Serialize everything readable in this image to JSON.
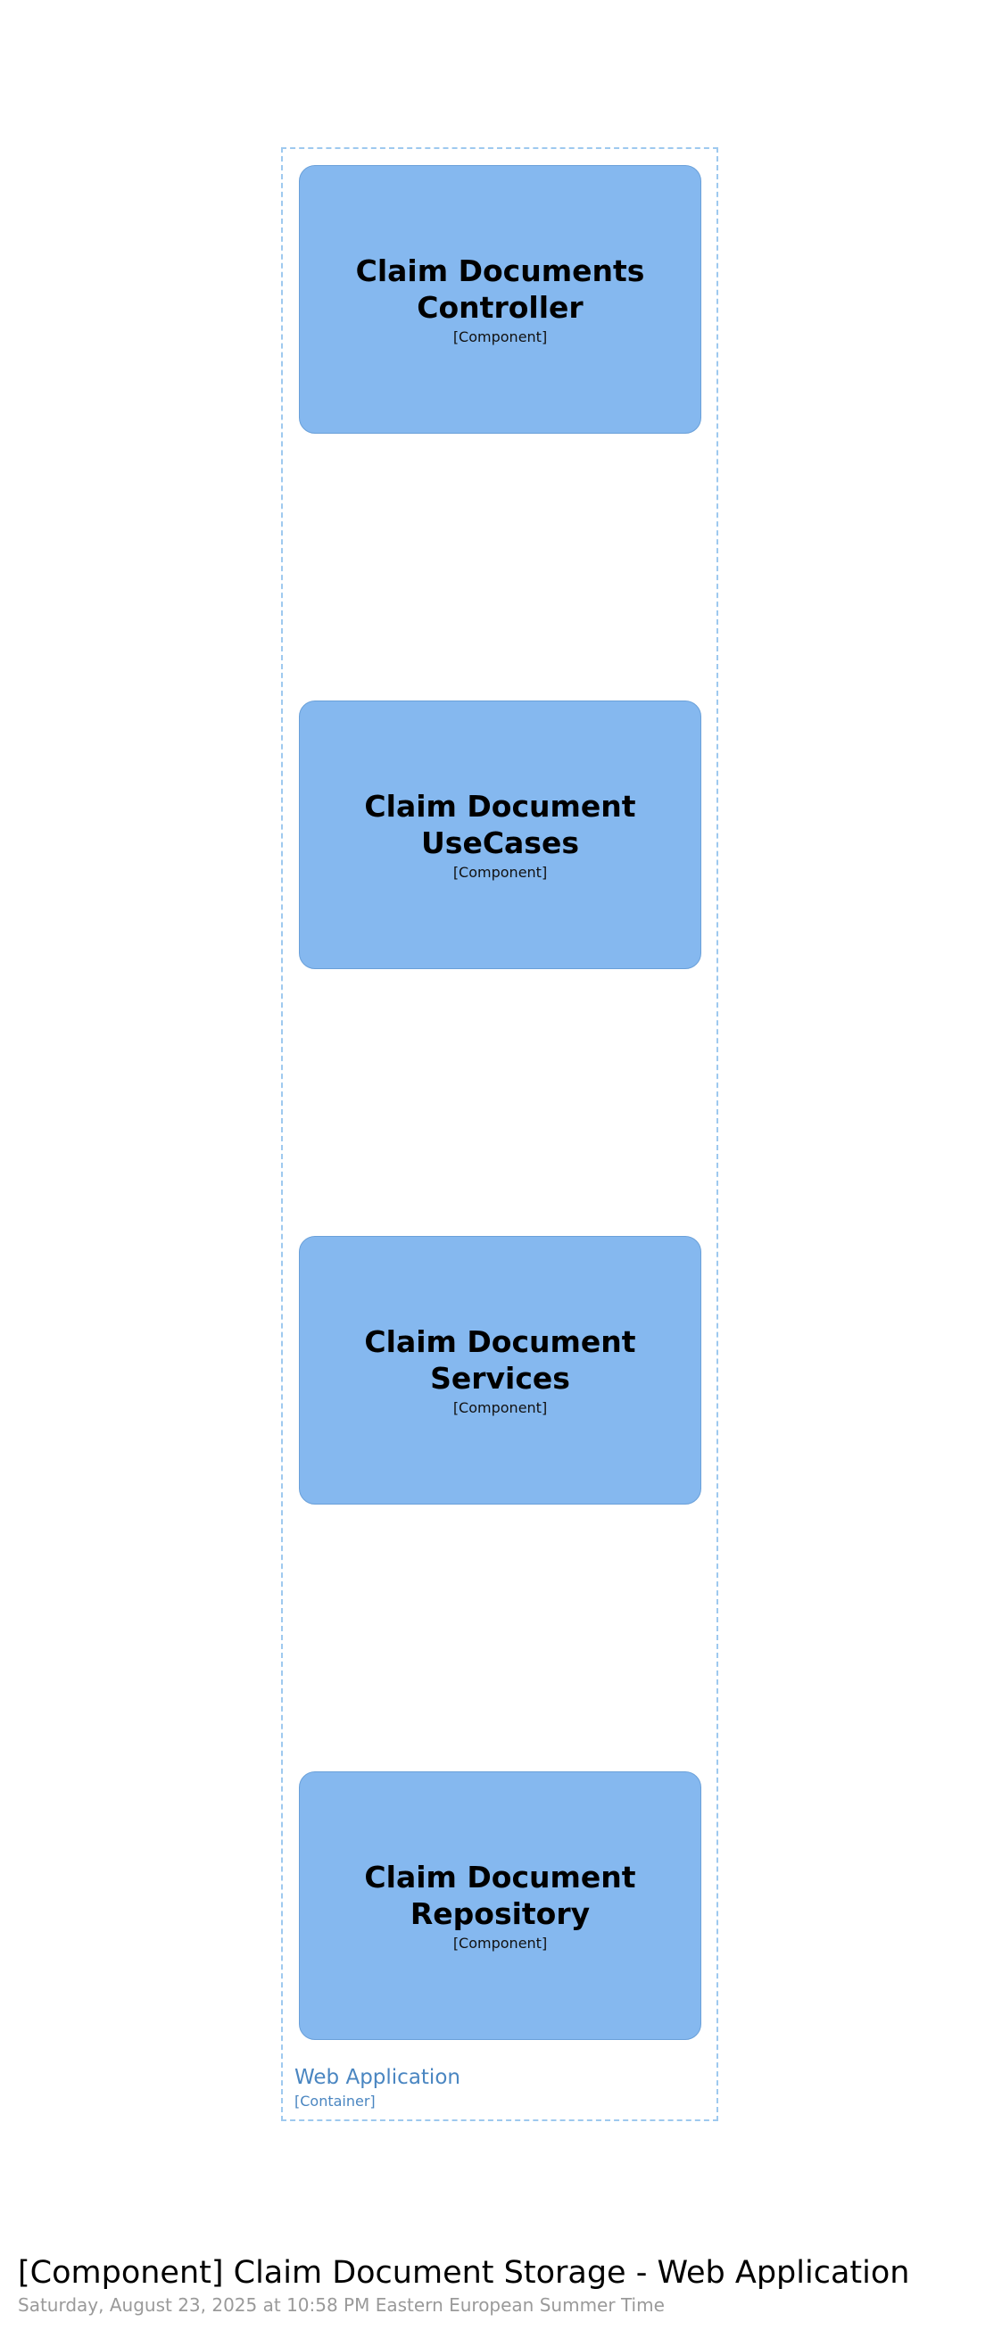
{
  "diagram": {
    "title": "[Component] Claim Document Storage - Web Application",
    "subtitle": "Saturday, August 23, 2025 at 10:58 PM Eastern European Summer Time"
  },
  "container": {
    "name": "Web Application",
    "type": "[Container]",
    "border_color": "#9ec9ef",
    "label_color": "#4a86c1"
  },
  "components": [
    {
      "name": "Claim Documents Controller",
      "type": "[Component]"
    },
    {
      "name": "Claim Document UseCases",
      "type": "[Component]"
    },
    {
      "name": "Claim Document Services",
      "type": "[Component]"
    },
    {
      "name": "Claim Document Repository",
      "type": "[Component]"
    }
  ],
  "colors": {
    "component_fill": "#85b8ef",
    "component_border": "#6aa0d9"
  }
}
